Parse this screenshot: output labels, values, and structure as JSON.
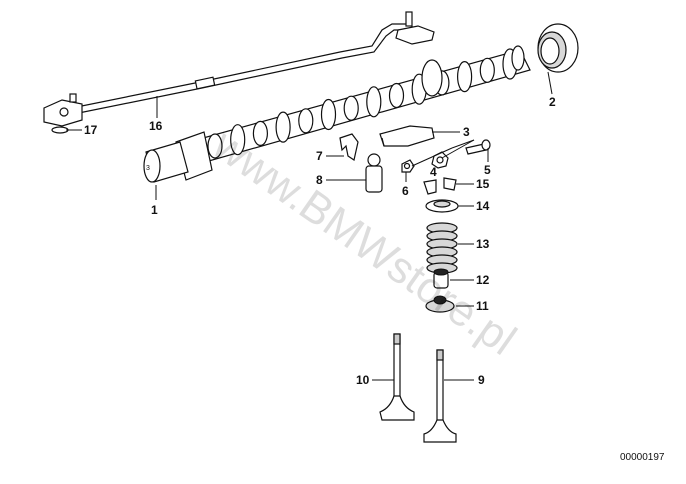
{
  "labels": {
    "p1": "1",
    "p2": "2",
    "p3": "3",
    "p4": "4",
    "p5": "5",
    "p6": "6",
    "p7": "7",
    "p8": "8",
    "p9": "9",
    "p10": "10",
    "p11": "11",
    "p12": "12",
    "p13": "13",
    "p14": "14",
    "p15": "15",
    "p16": "16",
    "p17": "17"
  },
  "watermark": "www.BMWstore.pl",
  "diagram_code": "00000197"
}
